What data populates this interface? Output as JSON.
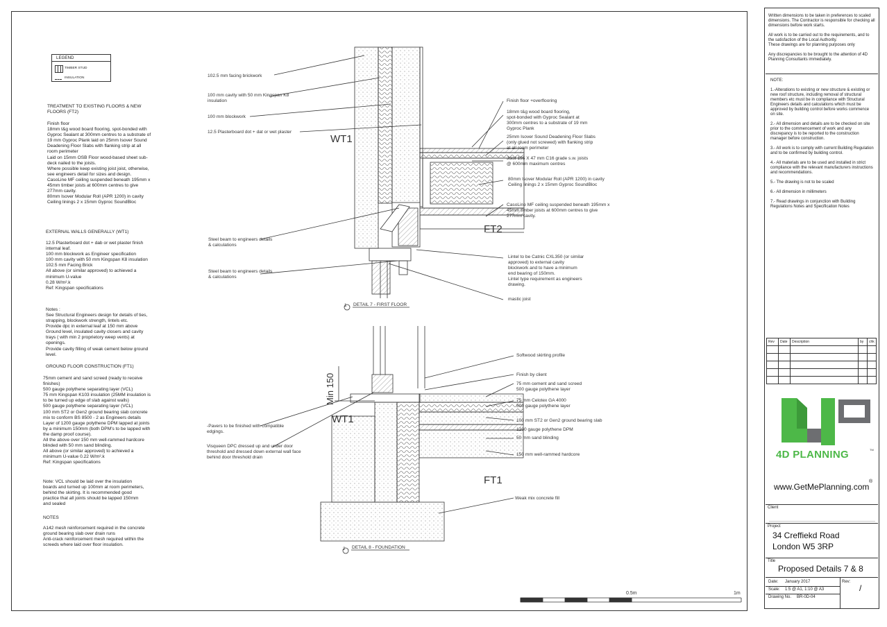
{
  "legend": {
    "title": "LEGEND",
    "items": [
      "TIMBER STUD",
      "INSULATION"
    ]
  },
  "left_notes": {
    "floors_heading": "TREATMENT TO EXISTING FLOORS & NEW FLOORS (FT2)",
    "floors_body": "Finish floor\n18mm t&g wood board flooring, spot-bonded with Gyproc Sealant at 300mm centres to a substrate of 19 mm Gyproc Plank laid on 25mm Isover Sound Deadening Floor Slabs with flanking strip at all room perimeter\nLaid on 15mm OSB Floor wood-based sheet sub-deck nailed to the joists.\nWhere possible keep existing joist joist, otherwise, see engineers detail for sizes and design.\nCasoLine MF ceiling suspended beneath 195mm x 45mm timber joists at 600mm centres to give 277mm cavity.\n80mm Isover Modular Roll (APR 1200) in cavity\nCeiling linings 2 x 15mm Gyproc SoundBloc",
    "walls_heading": "EXTERNAL WALLS GENERALLY (WT1)",
    "walls_body": "12.5 Plasterboard dot + dab or wet plaster finish internal leaf.\n100 mm blockwork as Engineer specification\n100 mm cavity with 50 mm Kingspan K8 insulation\n102.5 mm Facing Brick\nAll above (or similar approved) to achieved a minimum U-value\n0.28 W/m².k\nRef: Kingspan specifications",
    "notes_heading": "Notes :",
    "notes_body": "See Structural Engineers design for details of ties, strapping, blockwork strength, lintels etc.\nProvide dpc in external leaf at 150 mm above Ground level, insulated cavity closers and cavity trays ( with min 2 proprietory weep vents) at openings.\nProvide cavity filling of weak cement below ground level.",
    "ground_heading": "GROUND FLOOR CONSTRUCTION (FT1)",
    "ground_body": "75mm cement and sand screed (ready to receive finishes)\n500 gauge polythene separating layer (VCL)\n75 mm Kingspan K103 insulation (25MM insulation is to be turned up edge of slab against walls)\n500 gauge polythene separating layer (VCL)\n100 mm ST2 or Gen2 ground bearing slab concrete mix to conform BS 8500 - 2 as Engineers details\nLayer of 1200 gauge polythene DPM lapped at joints by a minimum 150mm (both DPM's to be lapped with the damp proof course).\nAll the above over 150 mm well-rammed hardcore blinded with 50 mm sand blinding.\nAll above (or similar approved) to achieved a minimum U-value 0.22 W/m².k\nRef: Kingspan specifications",
    "vcl_note": "Note: VCL should be laid over the insulation boards and turned up 100mm at room perimeters, behind the skirting. It is recommended good practice that all joints should be lapped 150mm and sealed",
    "notes2_heading": "NOTES",
    "notes2_body": "A142 mesh reinforcement required in the concrete ground bearing slab over drain runs\nAnti-crack reinforcement mesh required within the screeds where laid over floor insulation."
  },
  "detail7": {
    "title": "DETAIL 7 - FIRST FLOOR",
    "number": "1",
    "wall_tag": "WT1",
    "floor_tag": "FT2",
    "labels_left": [
      "102.5 mm facing brickwork",
      "100 mm cavity with 50 mm Kingspan K8\ninsulation",
      "100 mm blockwork",
      "12.5 Plasterboard dot + dat or wet plaster",
      "Steel beam to engineers details\n& calculations",
      "Steel beam to engineers details\n& calculations"
    ],
    "labels_right": [
      "Finish floor +overflooring",
      "18mm t&g wood board flooring,\nspot-bonded with Gyproc Sealant at\n300mm centres to a substrate of 19 mm\nGyproc Plank",
      "25mm Isover Sound Deadening Floor Slabs\n(only glued not screwed) with flanking strip\nat all room perimeter",
      "Joist 195 X 47 mm C16 grade s.w. joists\n@ 600mm maximum centres",
      "80mm Isover Modular Roll (APR 1200) in cavity\nCeiling linings 2 x 15mm Gyproc SoundBloc",
      "CasoLine MF ceiling suspended beneath 195mm x\n45mm timber joists at 600mm centres to give\n277mm cavity.",
      "Lintel to be Catnic CXL350 (or similar\napproved) to external cavity\nblockwork and to have a minimum\nend bearing of 150mm.\nLintel type requirement as engineers\ndrawing.",
      "mastic joist"
    ]
  },
  "detail8": {
    "title": "DETAIL 8 - FOUNDATION",
    "number": "2",
    "wall_tag": "WT1",
    "floor_tag": "FT1",
    "min_label": "Min 150",
    "labels_left": [
      "-Pavers to be finished with compatible\nedgings.",
      "Visqueen DPC dressed up and under door\nthreshold and dressed down external wall face\nbehind door threshold drain"
    ],
    "labels_right": [
      "Softwood skirting profile",
      "Finish by client",
      "75 mm cement and sand screed",
      "500 gauge polythene layer",
      "75 mm Celotex GA 4000",
      "500 gauge polythene layer",
      "100 mm ST2 or Gen2 ground bearing slab",
      "1200 gauge polythene DPM",
      "50 mm sand blinding",
      "150 mm well-rammed hardcore",
      "Weak mix concrete fill"
    ]
  },
  "scale_bar": {
    "mid": "0.5m",
    "end": "1m"
  },
  "title_block": {
    "disclaimer": "Written dimensions to be taken in preferences to scaled dimensions.  The Contractor is responsible for checking all dimensions before work starts.\n\nAll work is to be carried out to the requirements,  and to the satisfaction of the Local Authority.\nThese drawings are for planning purposes only\n\nAny discrepancies to be brought to the attention of 4D Planning Consultants immediately.",
    "note_heading": "NOTE:",
    "notes": "1.-Alterations to existing or new structure & existing or new roof structure, including removal of structural members etc must be in compliance with Structural Engineers details and calculations which must be approved by building control before works commence on site.\n\n2.- All dimension and details are to be checked on site prior to the commencement of work and any discrepancy is to be reported to the construction manager before construction.\n\n3.- All work is to comply with current Building Regulation and to be confirmed by building control.\n\n4.- All materials are to be used and installed in strict compliance with the relevant manufacturers instructions and recommendations.\n\n5.- The drawing is not to be scaled\n\n6.- All dimension in millimeters\n\n7.- Read drawings in conjunction with Building Regulations Notes and Specification Notes",
    "rev_headers": [
      "Rev",
      "Date",
      "Description",
      "by",
      "chk"
    ],
    "logo_text": "4D PLANNING",
    "logo_tm": "TM",
    "website": "www.GetMePlanning.com",
    "website_reg": "®",
    "client_label": "Client",
    "project_label": "Project",
    "project_value": "34 Creffiekd Road\nLondon W5 3RP",
    "title_label": "Title",
    "title_value": "Proposed Details 7 & 8",
    "date_label": "Date:",
    "date_value": "January 2017",
    "scale_label": "Scale:",
    "scale_value": "1:5 @ A1, 1:10 @ A3",
    "drawing_label": "Drawing No.",
    "drawing_value": "BR-0D-04",
    "rev_label": "Rev:",
    "rev_value": "/"
  },
  "colors": {
    "logo_green": "#4db848",
    "logo_grey": "#6d6e71",
    "line": "#333333"
  }
}
